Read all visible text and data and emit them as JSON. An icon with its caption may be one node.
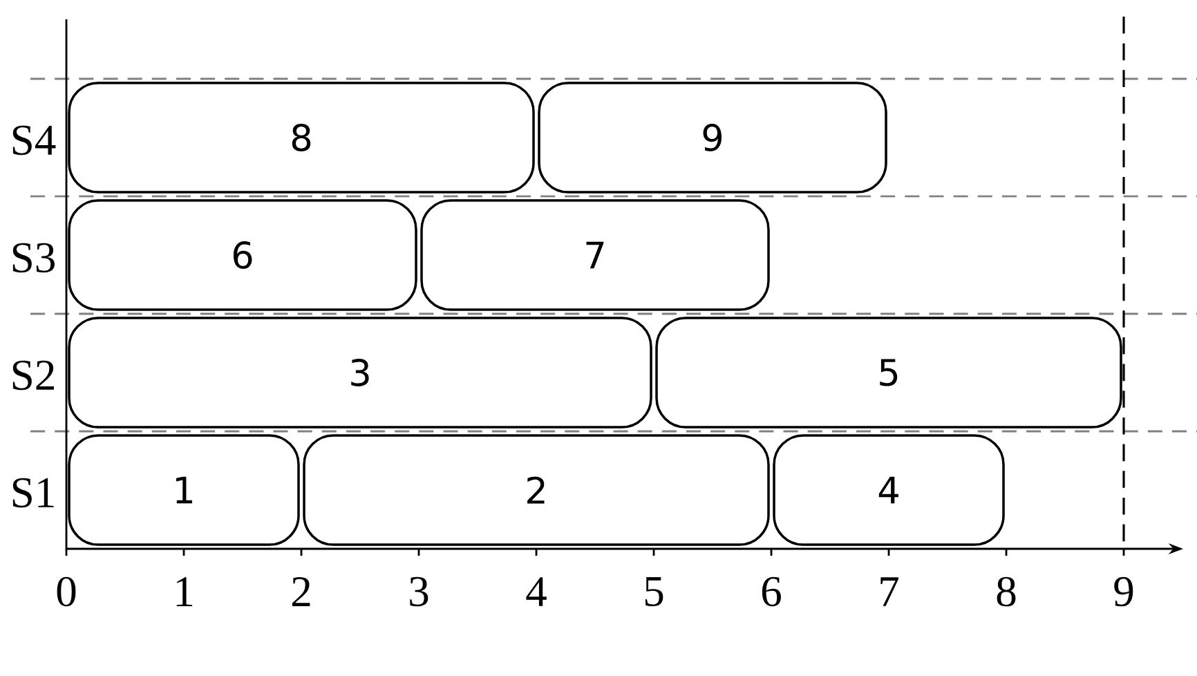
{
  "diagram": {
    "nodes": [
      {
        "text": [
          "8"
        ]
      },
      {
        "text": [
          "9"
        ]
      },
      {
        "text": [
          "6"
        ]
      },
      {
        "text": [
          "7"
        ]
      },
      {
        "text": [
          "3"
        ]
      },
      {
        "text": [
          "5"
        ]
      },
      {
        "text": [
          "1"
        ]
      },
      {
        "text": [
          "2"
        ]
      },
      {
        "text": [
          "4"
        ]
      }
    ],
    "labels": [
      "S4",
      "S3",
      "S2",
      "S1",
      "0",
      "1",
      "2",
      "3",
      "4",
      "5",
      "6",
      "7",
      "8",
      "9"
    ]
  }
}
